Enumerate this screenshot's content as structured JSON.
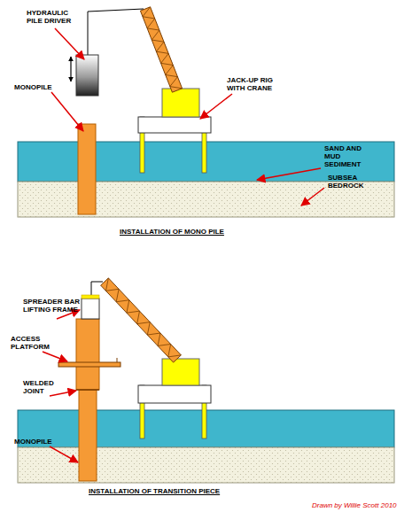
{
  "diagram": {
    "labels": [
      "HYDRAULIC PILE DRIVER",
      "MONOPILE",
      "JACK-UP RIG WITH CRANE",
      "SAND AND MUD SEDIMENT",
      "SUBSEA BEDROCK",
      "INSTALLATION OF MONO PILE",
      "SPREADER BAR LIFTING FRAME",
      "ACCESS PLATFORM",
      "WELDED JOINT",
      "MONOPILE",
      "INSTALLATION OF TRANSITION PIECE",
      "Drawn by Willie Scott 2010"
    ]
  }
}
